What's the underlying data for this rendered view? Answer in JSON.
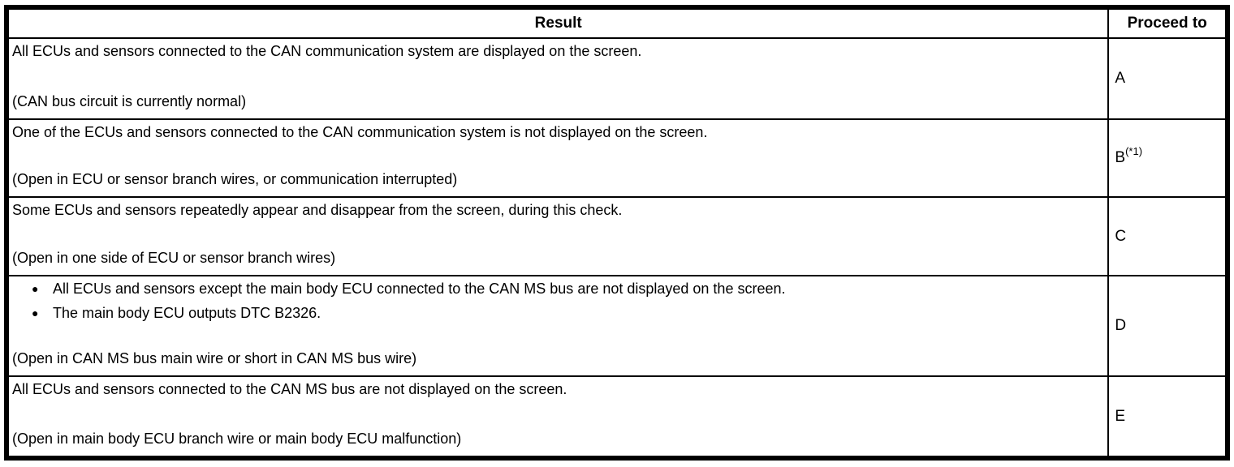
{
  "table": {
    "headers": {
      "result": "Result",
      "proceed_to": "Proceed to"
    },
    "rows": [
      {
        "main": "All ECUs and sensors connected to the CAN communication system are displayed on the screen.",
        "note": "(CAN bus circuit is currently normal)",
        "proceed": "A",
        "proceed_sup": ""
      },
      {
        "main": "One of the ECUs and sensors connected to the CAN communication system is not displayed on the screen.",
        "note": "(Open in ECU or sensor branch wires, or communication interrupted)",
        "proceed": "B",
        "proceed_sup": "(*1)"
      },
      {
        "main": "Some ECUs and sensors repeatedly appear and disappear from the screen, during this check.",
        "note": "(Open in one side of ECU or sensor branch wires)",
        "proceed": "C",
        "proceed_sup": ""
      },
      {
        "bullets": [
          "All ECUs and sensors except the main body ECU connected to the CAN MS bus are not displayed on the screen.",
          "The main body ECU outputs DTC B2326."
        ],
        "note": "(Open in CAN MS bus main wire or short in CAN MS bus wire)",
        "proceed": "D",
        "proceed_sup": ""
      },
      {
        "main": "All ECUs and sensors connected to the CAN MS bus are not displayed on the screen.",
        "note": "(Open in main body ECU branch wire or main body ECU malfunction)",
        "proceed": "E",
        "proceed_sup": ""
      }
    ]
  }
}
